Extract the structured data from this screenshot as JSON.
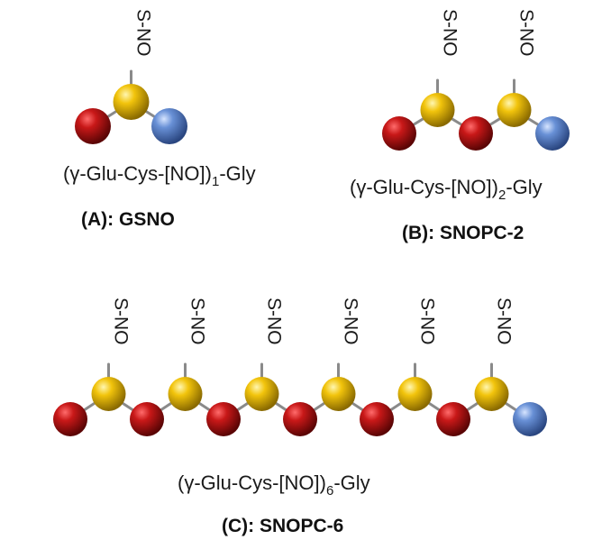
{
  "colors": {
    "glu": "#b01212",
    "cys": "#e8b90a",
    "gly": "#5c86cc",
    "bond": "#8a8a8a"
  },
  "sidechain_label": "S-NO",
  "panels": [
    {
      "id": "A",
      "caption": "(A): GSNO",
      "formula": {
        "prefix": "(γ-Glu-Cys-[NO])",
        "subscript": "1",
        "suffix": "-Gly"
      },
      "repeat": 1
    },
    {
      "id": "B",
      "caption": "(B): SNOPC-2",
      "formula": {
        "prefix": "(γ-Glu-Cys-[NO])",
        "subscript": "2",
        "suffix": "-Gly"
      },
      "repeat": 2
    },
    {
      "id": "C",
      "caption": "(C): SNOPC-6",
      "formula": {
        "prefix": "(γ-Glu-Cys-[NO])",
        "subscript": "6",
        "suffix": "-Gly"
      },
      "repeat": 6
    }
  ]
}
